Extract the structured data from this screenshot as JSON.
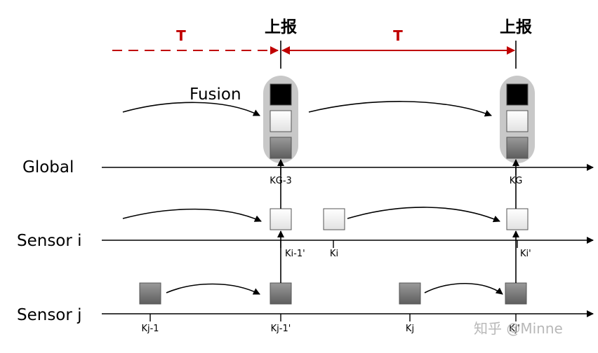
{
  "diagram": {
    "period_label": "T",
    "report_label": "上报",
    "fusion_label": "Fusion",
    "rows": {
      "global": "Global",
      "sensor_i": "Sensor i",
      "sensor_j": "Sensor j"
    },
    "ticks": {
      "kg3": "KG-3",
      "kg": "KG",
      "ki1p": "Ki-1'",
      "ki": "Ki",
      "kip": "Ki'",
      "kj1": "Kj-1",
      "kj1p": "Kj-1'",
      "kj": "Kj",
      "kjp": "Kj'"
    },
    "colors": {
      "period_arrow": "#c00000",
      "block_black": "#000000",
      "block_gray": "#777777",
      "block_white": "#ffffff",
      "fusion_group": "#c8c8c8"
    }
  },
  "watermark": "知乎 @Minne"
}
